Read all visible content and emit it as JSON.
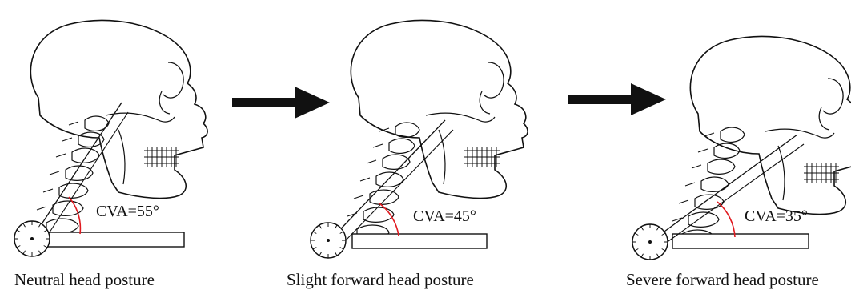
{
  "panels": [
    {
      "caption": "Neutral head posture",
      "angle_label": "CVA=55°",
      "cva_degrees": 55
    },
    {
      "caption": "Slight forward head posture",
      "angle_label": "CVA=45°",
      "cva_degrees": 45
    },
    {
      "caption": "Severe forward head posture",
      "angle_label": "CVA=35°",
      "cva_degrees": 35
    }
  ],
  "colors": {
    "line": "#111111",
    "angle_arc": "#e0191f",
    "background": "#ffffff"
  },
  "icons": [
    "skull-icon",
    "cervical-spine-icon",
    "protractor-icon",
    "arrow-right-icon"
  ]
}
